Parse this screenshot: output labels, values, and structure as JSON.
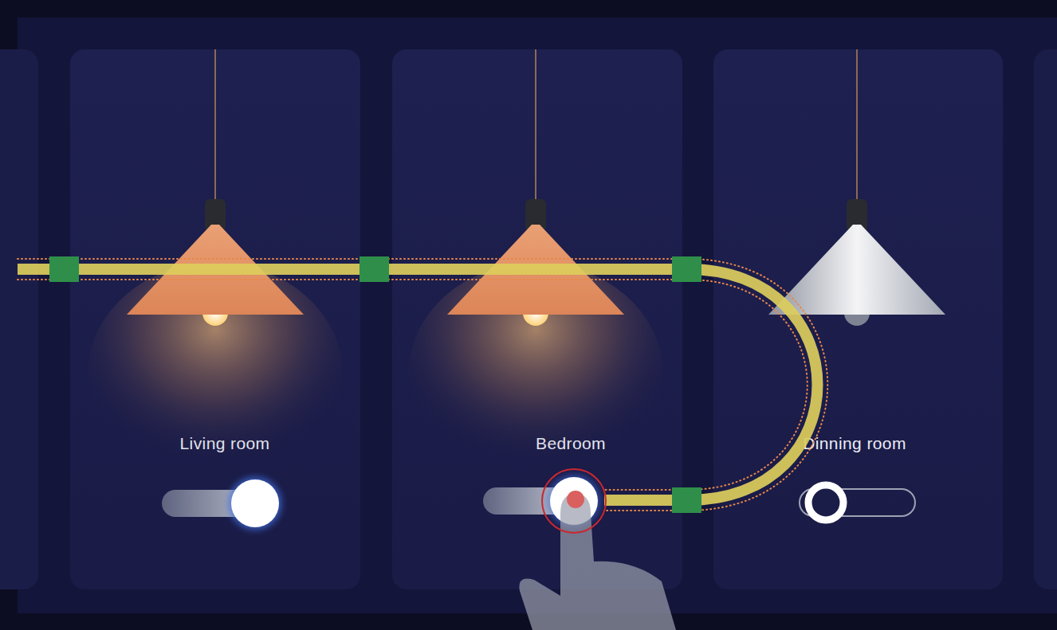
{
  "diagram": {
    "nodes": [
      {
        "text": [
          "Living room"
        ]
      },
      {
        "text": [
          "Bedroom"
        ]
      },
      {
        "text": [
          "Dinning room"
        ]
      }
    ]
  }
}
